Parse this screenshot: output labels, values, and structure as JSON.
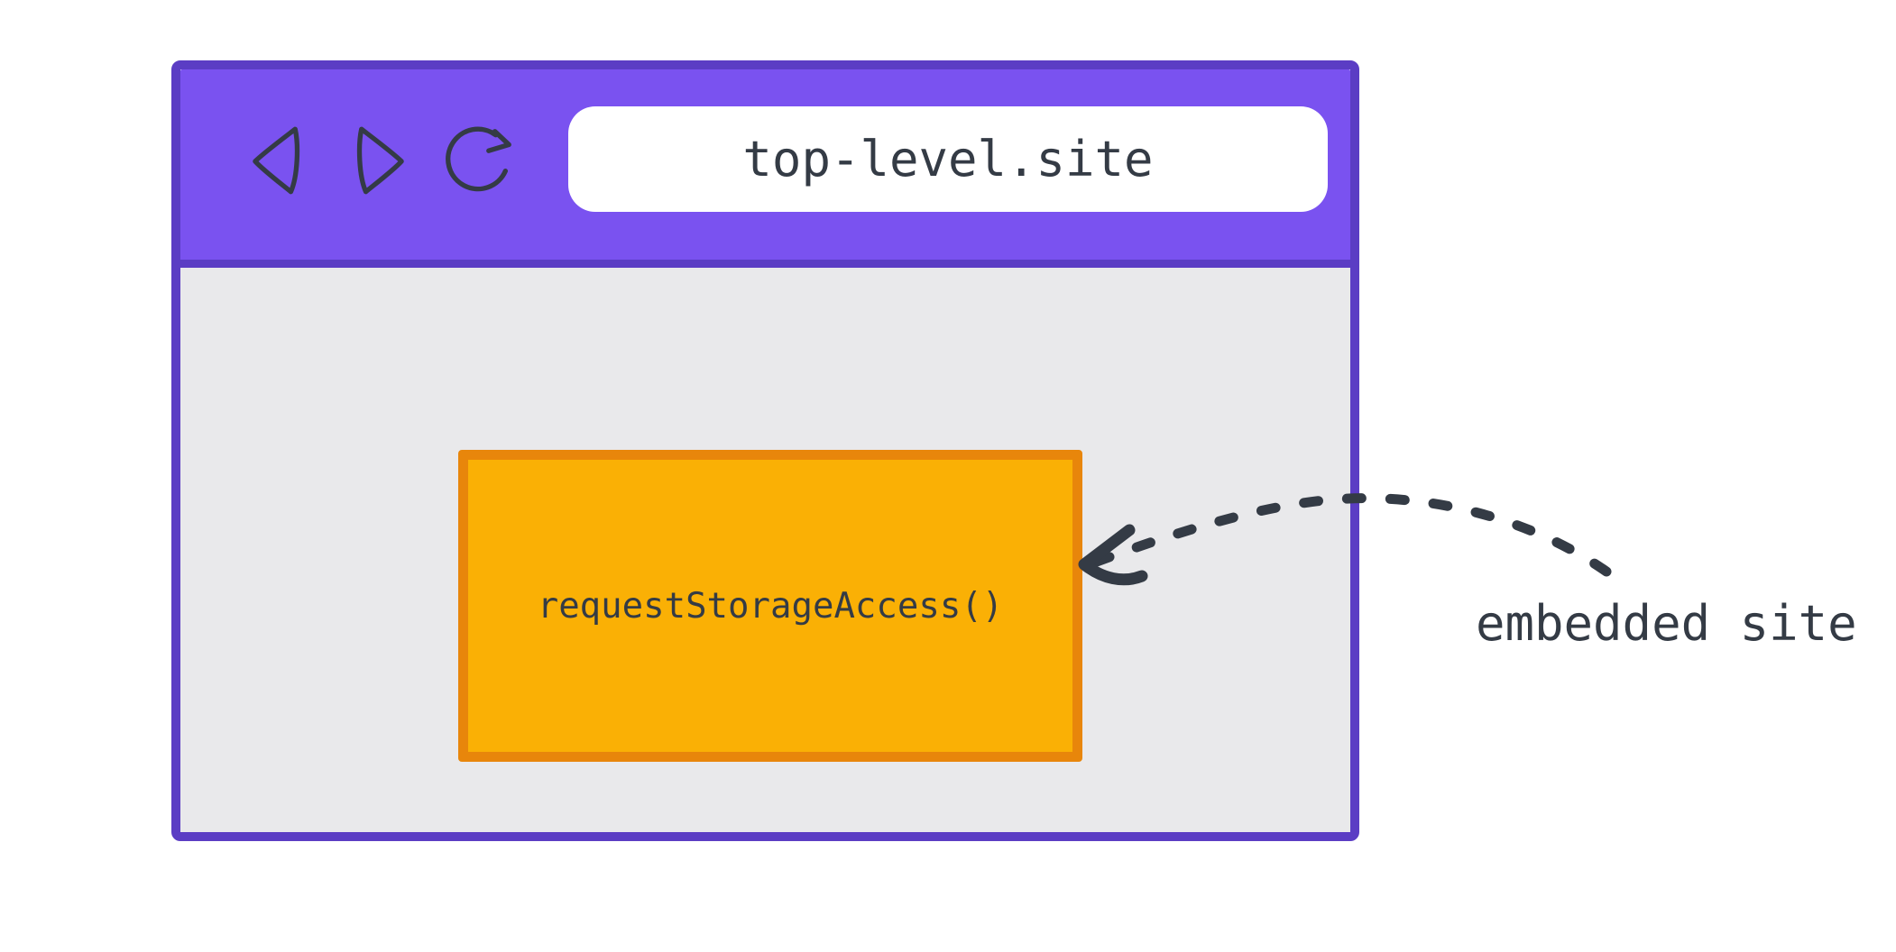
{
  "browser": {
    "url": "top-level.site",
    "toolbar": {
      "back_icon": "back-triangle-icon",
      "forward_icon": "forward-triangle-icon",
      "reload_icon": "reload-circular-arrow-icon"
    }
  },
  "embedded_iframe": {
    "label": "requestStorageAccess()"
  },
  "annotation": {
    "label": "embedded site",
    "arrow": "dashed-curved-arrow-pointing-to-iframe"
  },
  "colors": {
    "toolbar_purple": "#7a52f0",
    "window_border_purple": "#5b3dc4",
    "viewport_gray": "#e9e9eb",
    "url_bar_white": "#ffffff",
    "iframe_orange_fill": "#fab005",
    "iframe_orange_border": "#e8860b",
    "ink_dark": "#343b45"
  }
}
